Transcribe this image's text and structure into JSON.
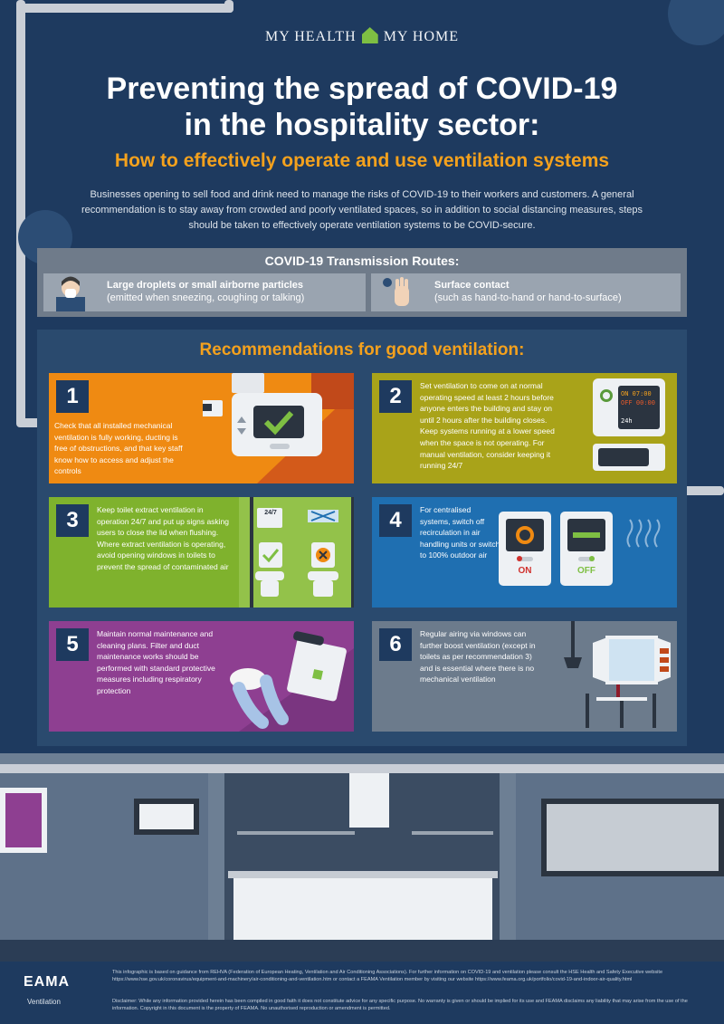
{
  "brand": {
    "left": "MY HEALTH",
    "right": "MY HOME"
  },
  "title": {
    "line1": "Preventing the spread of COVID-19",
    "line2": "in the hospitality sector:"
  },
  "subtitle": "How to effectively operate and use ventilation systems",
  "intro": "Businesses opening to sell food and drink need to manage the risks of COVID-19 to their workers and customers. A general recommendation is to stay away from crowded and poorly ventilated spaces, so in addition to social distancing measures, steps should be taken to effectively operate ventilation systems to be COVID-secure.",
  "routes": {
    "title": "COVID-19 Transmission Routes:",
    "items": [
      {
        "bold": "Large droplets or small airborne particles",
        "detail": "(emitted when sneezing, coughing or talking)",
        "icon": "person-sneezing-icon"
      },
      {
        "bold": "Surface contact",
        "detail": "(such as hand-to-hand or hand-to-surface)",
        "icon": "hand-virus-icon"
      }
    ]
  },
  "recommendations": {
    "title": "Recommendations for good ventilation:",
    "items": [
      {
        "num": "1",
        "text": "Check that all installed mechanical ventilation is fully working, ducting is free of obstructions, and that key staff know how to access and adjust the controls"
      },
      {
        "num": "2",
        "text": "Set ventilation to come on at normal operating speed at least 2 hours before anyone enters the building and stay on until 2 hours after the building closes. Keep systems running at a lower speed when the space is not operating. For manual ventilation, consider keeping it running 24/7",
        "on_label": "ON 07:00",
        "off_label": "OFF 00:00",
        "hours_label": "24h"
      },
      {
        "num": "3",
        "text": "Keep toilet extract ventilation in operation 24/7 and put up signs asking users to close the lid when flushing. Where extract ventilation is operating, avoid opening windows in toilets to prevent the spread of contaminated air",
        "sign_label": "24/7"
      },
      {
        "num": "4",
        "text": "For centralised systems, switch off recirculation in air handling units or switch to 100% outdoor air",
        "on_label": "ON",
        "off_label": "OFF"
      },
      {
        "num": "5",
        "text": "Maintain normal maintenance and cleaning plans. Filter and duct maintenance works should be performed with standard protective measures including respiratory protection"
      },
      {
        "num": "6",
        "text": "Regular airing via windows can further boost ventilation (except in toilets as per recommendation 3) and is essential where there is no mechanical ventilation"
      }
    ]
  },
  "footer": {
    "logo": "EAMA",
    "logo_sub": "Ventilation",
    "source": "This infographic is based on guidance from REHVA (Federation of European Heating, Ventilation and Air Conditioning Associations). For further information on COVID-19 and ventilation please consult the HSE Health and Safety Executive website https://www.hse.gov.uk/coronavirus/equipment-and-machinery/air-conditioning-and-ventilation.htm or contact a FEAMA Ventilation member by visiting our website https://www.feama.org.uk/portfolio/covid-19-and-indoor-air-quality.html",
    "disclaimer": "Disclaimer: While any information provided herein has been compiled in good faith it does not constitute advice for any specific purpose. No warranty is given or should be implied for its use and FEAMA disclaims any liability that may arise from the use of the information. Copyright in this document is the property of FEAMA. No unauthorised reproduction or amendment is permitted."
  }
}
